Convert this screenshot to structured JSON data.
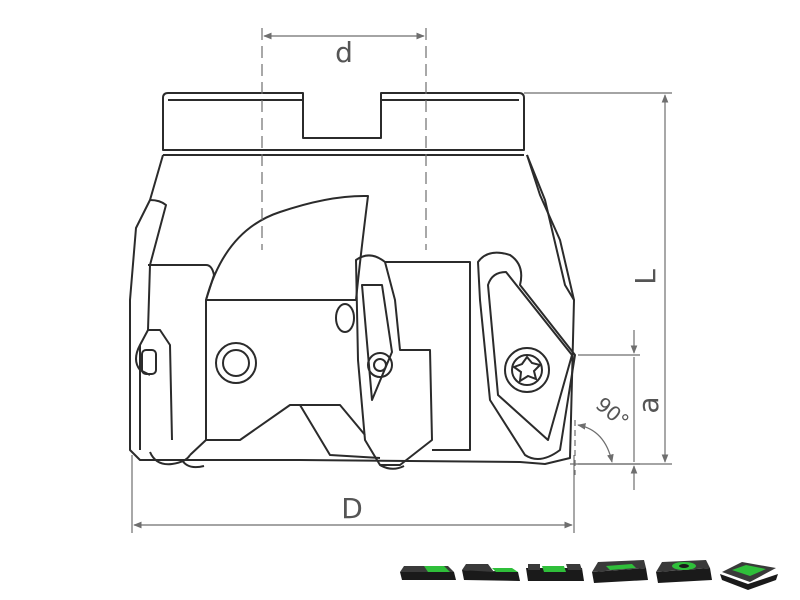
{
  "colors": {
    "outline": "#2b2b2b",
    "dimension": "#6e6e6e",
    "label": "#555555",
    "icon_dark": "#2a2a2a",
    "icon_green": "#2fbf3a",
    "background": "#ffffff"
  },
  "dimensions": {
    "bore_diameter": "d",
    "overall_length": "L",
    "cutting_depth": "a",
    "cutter_diameter": "D",
    "entering_angle": "90°"
  },
  "insert_icons": [
    {
      "name": "insert-icon-1",
      "glyph": "insert-flat-wide"
    },
    {
      "name": "insert-icon-2",
      "glyph": "insert-stepped"
    },
    {
      "name": "insert-icon-3",
      "glyph": "insert-notched"
    },
    {
      "name": "insert-icon-4",
      "glyph": "insert-slot"
    },
    {
      "name": "insert-icon-5",
      "glyph": "insert-round-pocket"
    },
    {
      "name": "insert-icon-6",
      "glyph": "insert-angled"
    }
  ]
}
